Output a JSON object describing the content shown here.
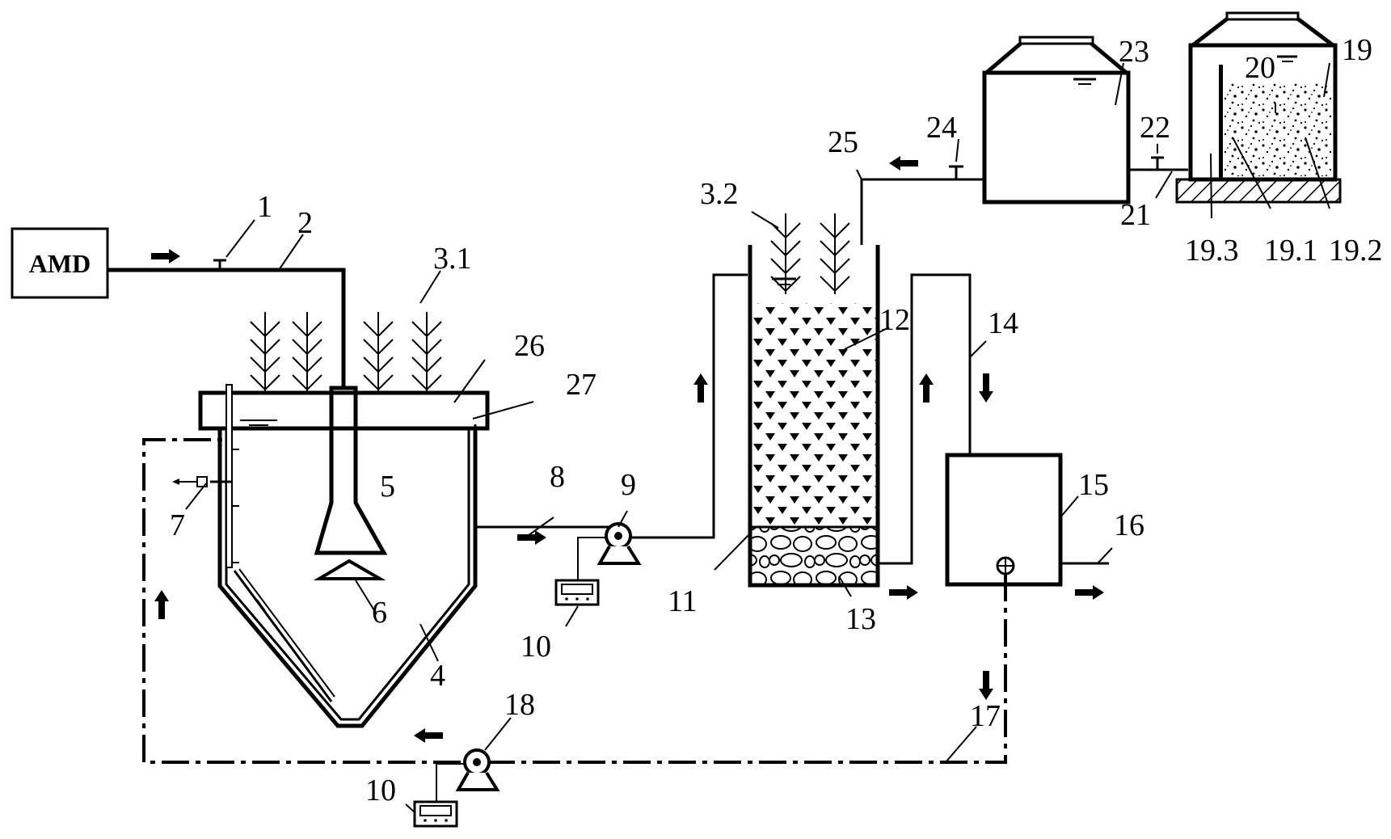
{
  "source": {
    "label": "AMD"
  },
  "callouts": [
    {
      "id": "c1",
      "text": "1"
    },
    {
      "id": "c2",
      "text": "2"
    },
    {
      "id": "c3_1",
      "text": "3.1"
    },
    {
      "id": "c3_2",
      "text": "3.2"
    },
    {
      "id": "c4",
      "text": "4"
    },
    {
      "id": "c5",
      "text": "5"
    },
    {
      "id": "c6",
      "text": "6"
    },
    {
      "id": "c7",
      "text": "7"
    },
    {
      "id": "c8",
      "text": "8"
    },
    {
      "id": "c9",
      "text": "9"
    },
    {
      "id": "c10a",
      "text": "10"
    },
    {
      "id": "c10b",
      "text": "10"
    },
    {
      "id": "c11",
      "text": "11"
    },
    {
      "id": "c12",
      "text": "12"
    },
    {
      "id": "c13",
      "text": "13"
    },
    {
      "id": "c14",
      "text": "14"
    },
    {
      "id": "c15",
      "text": "15"
    },
    {
      "id": "c16",
      "text": "16"
    },
    {
      "id": "c17",
      "text": "17"
    },
    {
      "id": "c18",
      "text": "18"
    },
    {
      "id": "c19",
      "text": "19"
    },
    {
      "id": "c19_1",
      "text": "19.1"
    },
    {
      "id": "c19_2",
      "text": "19.2"
    },
    {
      "id": "c19_3",
      "text": "19.3"
    },
    {
      "id": "c20",
      "text": "20"
    },
    {
      "id": "c21",
      "text": "21"
    },
    {
      "id": "c22",
      "text": "22"
    },
    {
      "id": "c23",
      "text": "23"
    },
    {
      "id": "c24",
      "text": "24"
    },
    {
      "id": "c25",
      "text": "25"
    },
    {
      "id": "c26",
      "text": "26"
    },
    {
      "id": "c27",
      "text": "27"
    }
  ]
}
